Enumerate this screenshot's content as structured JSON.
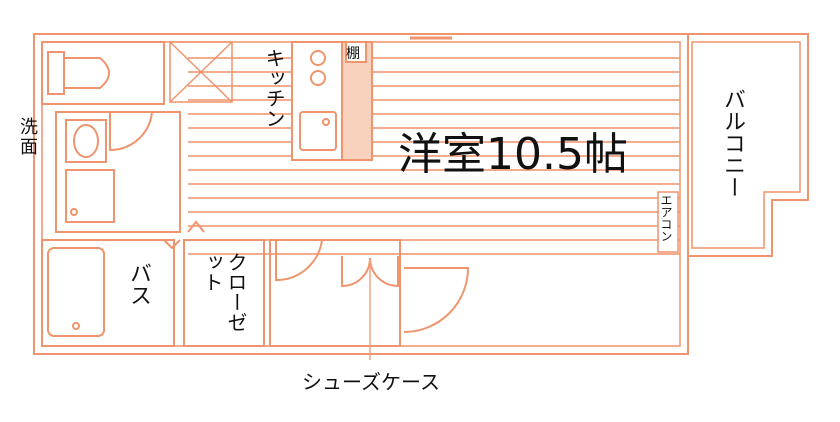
{
  "rooms": {
    "main_room": "洋室10.5帖",
    "kitchen": "キッチン",
    "shelf": "棚",
    "washbasin": "洗面",
    "bath": "バス",
    "closet": "クローゼット",
    "shoe_case": "シューズケース",
    "balcony": "バルコニー",
    "aircon": "エアコン"
  },
  "colors": {
    "wall": "#f2a27e",
    "wall_dark": "#e8845a",
    "line": "#f0916a"
  }
}
